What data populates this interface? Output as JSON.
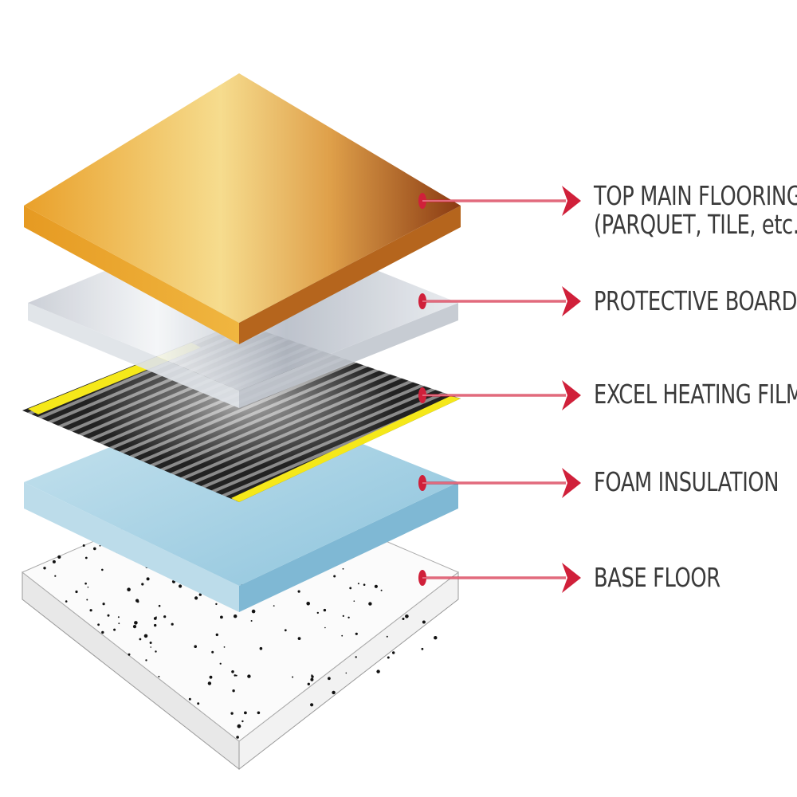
{
  "diagram": {
    "layers": [
      {
        "id": "top",
        "label_lines": [
          "TOP MAIN FLOORING",
          "(PARQUET, TILE, etc.)"
        ],
        "color": "#e0a030"
      },
      {
        "id": "protective",
        "label_lines": [
          "PROTECTIVE BOARD"
        ],
        "color": "#d8dde4"
      },
      {
        "id": "film",
        "label_lines": [
          "EXCEL HEATING FILM"
        ],
        "color": "#2a2a2a"
      },
      {
        "id": "foam",
        "label_lines": [
          "FOAM INSULATION"
        ],
        "color": "#a9d3e6"
      },
      {
        "id": "base",
        "label_lines": [
          "BASE FLOOR"
        ],
        "color": "#f4f4f4"
      }
    ],
    "arrow_color": "#d0203a",
    "film_stripe_color": "#f5e81a"
  }
}
